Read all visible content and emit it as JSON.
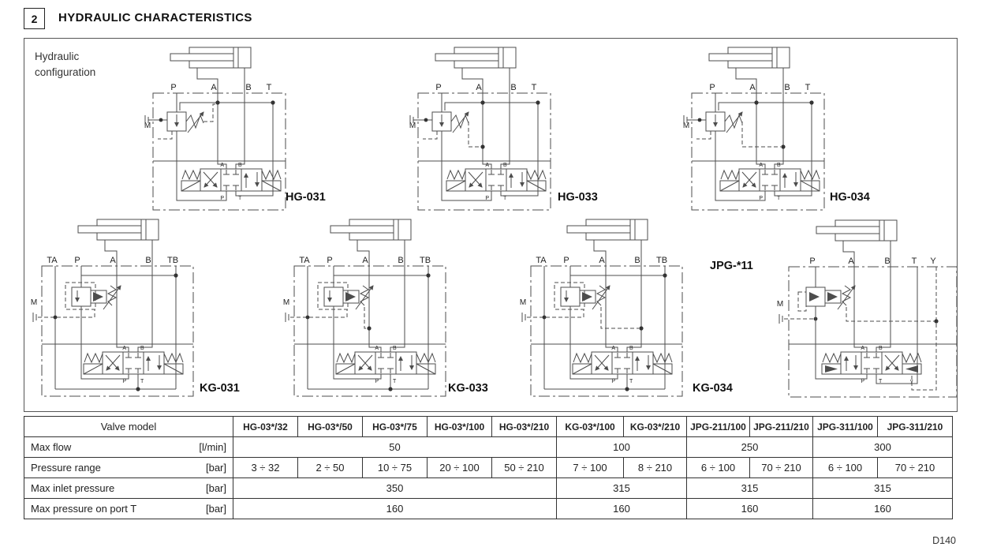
{
  "page": {
    "section_number": "2",
    "title": "HYDRAULIC CHARACTERISTICS",
    "figure_caption": "Hydraulic configuration",
    "page_code": "D140"
  },
  "m_label": "M",
  "valve_ports": {
    "a": "A",
    "b": "B",
    "p": "P",
    "t": "T",
    "y": "y"
  },
  "diagrams": [
    {
      "label": "HG-031",
      "ports": [
        "P",
        "A",
        "B",
        "T"
      ]
    },
    {
      "label": "HG-033",
      "ports": [
        "P",
        "A",
        "B",
        "T"
      ]
    },
    {
      "label": "HG-034",
      "ports": [
        "P",
        "A",
        "B",
        "T"
      ]
    },
    {
      "label": "KG-031",
      "ports": [
        "TA",
        "P",
        "A",
        "B",
        "TB"
      ]
    },
    {
      "label": "KG-033",
      "ports": [
        "TA",
        "P",
        "A",
        "B",
        "TB"
      ]
    },
    {
      "label": "KG-034",
      "ports": [
        "TA",
        "P",
        "A",
        "B",
        "TB"
      ]
    },
    {
      "label": "JPG-*11",
      "ports": [
        "P",
        "A",
        "B",
        "T",
        "Y"
      ]
    }
  ],
  "table": {
    "corner": "Valve model",
    "models": [
      "HG-03*/32",
      "HG-03*/50",
      "HG-03*/75",
      "HG-03*/100",
      "HG-03*/210",
      "KG-03*/100",
      "KG-03*/210",
      "JPG-211/100",
      "JPG-211/210",
      "JPG-311/100",
      "JPG-311/210"
    ],
    "rows": {
      "max_flow": {
        "label": "Max flow",
        "unit": "[l/min]",
        "values": [
          "50",
          "100",
          "250",
          "300"
        ]
      },
      "pressure_range": {
        "label": "Pressure range",
        "unit": "[bar]",
        "values": [
          "3 ÷ 32",
          "2 ÷ 50",
          "10 ÷ 75",
          "20 ÷ 100",
          "50 ÷ 210",
          "7 ÷ 100",
          "8 ÷ 210",
          "6 ÷ 100",
          "70 ÷ 210",
          "6 ÷ 100",
          "70 ÷ 210"
        ]
      },
      "max_inlet": {
        "label": "Max inlet pressure",
        "unit": "[bar]",
        "values": [
          "350",
          "315",
          "315",
          "315"
        ]
      },
      "max_port_t": {
        "label": "Max pressure on port T",
        "unit": "[bar]",
        "values": [
          "160",
          "160",
          "160",
          "160"
        ]
      }
    }
  }
}
